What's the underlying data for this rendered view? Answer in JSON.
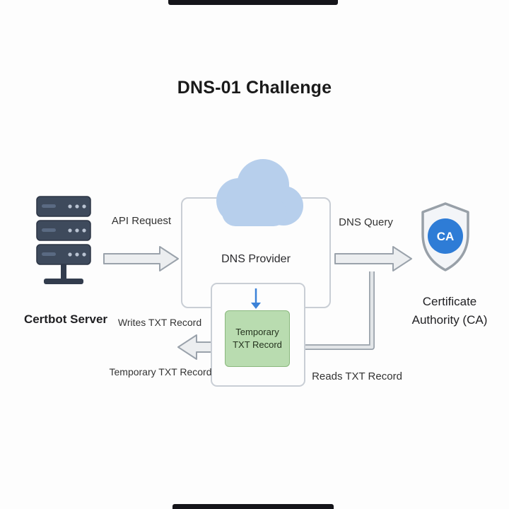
{
  "title": "DNS-01 Challenge",
  "nodes": {
    "certbot_server": {
      "label": "Certbot Server"
    },
    "dns_provider": {
      "label": "DNS Provider"
    },
    "temporary_txt_record": {
      "label": "Temporary TXT Record"
    },
    "certificate_authority": {
      "label": "Certificate Authority (CA)",
      "badge": "CA"
    }
  },
  "edges": {
    "api_request": {
      "label": "API Request"
    },
    "dns_query": {
      "label": "DNS Query"
    },
    "writes_txt_record": {
      "label": "Writes TXT Record"
    },
    "temporary_txt_record": {
      "label": "Temporary TXT Record"
    },
    "reads_txt_record": {
      "label": "Reads TXT Record"
    }
  },
  "colors": {
    "cloud": "#b7cfec",
    "server_body": "#3e4a5c",
    "record_box_fill": "#b9dcb0",
    "record_box_border": "#8ab87d",
    "ca_badge_blue": "#2e7cd6",
    "arrow_fill": "#eceef0",
    "arrow_stroke": "#9aa2ab",
    "box_border": "#c9ced5",
    "down_arrow_blue": "#3c82d8"
  }
}
